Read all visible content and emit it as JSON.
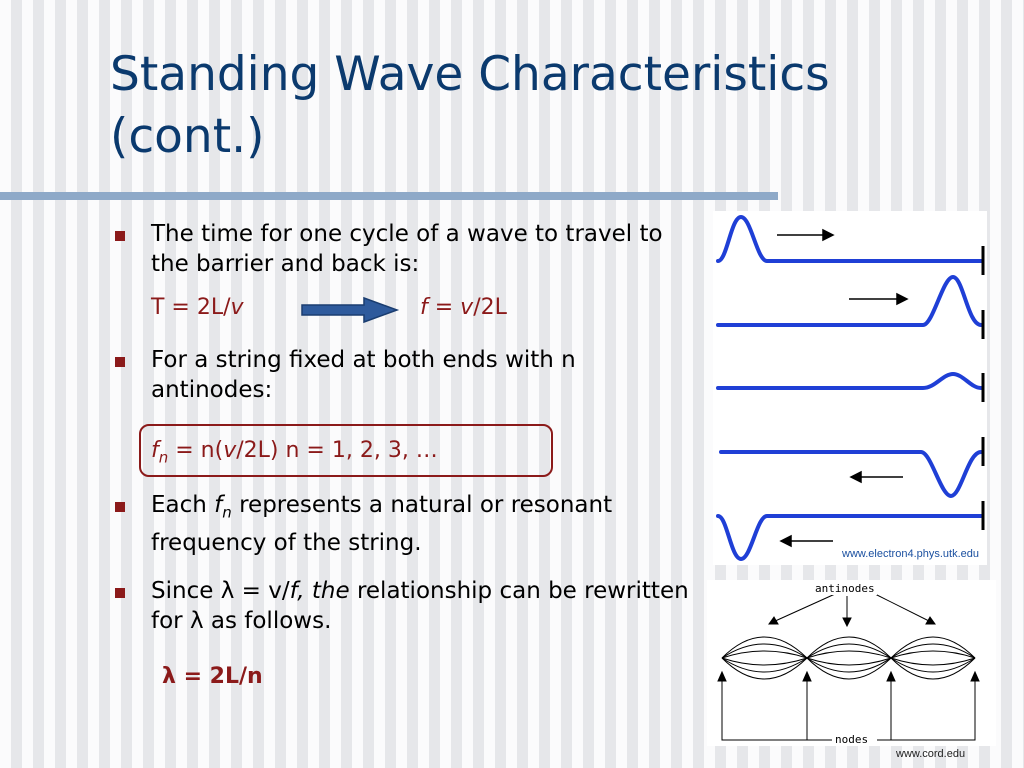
{
  "slide": {
    "title_line1": "Standing Wave Characteristics",
    "title_line2": "(cont.)"
  },
  "bullets": [
    {
      "text": "The time for one cycle of a wave to travel to the barrier and back is:",
      "formula_left_pre": "T = 2L/",
      "formula_left_var": "v",
      "formula_right_f": "f",
      "formula_right_eq": " = ",
      "formula_right_var": "v",
      "formula_right_post": "/2L"
    },
    {
      "text": "For  a string fixed at both ends with n antinodes:",
      "formula_f": "f",
      "formula_sub": "n",
      "formula_mid": " = n(",
      "formula_var": "v",
      "formula_post": "/2L)  n = 1, 2, 3, …"
    },
    {
      "pre": "Each ",
      "f": "f",
      "sub": "n",
      "post": " represents a natural or resonant frequency of the string."
    },
    {
      "pre": "Since ",
      "lambda": "λ",
      "mid1": " = v/",
      "f_the": "f, the",
      "mid2": " relationship can be rewritten for ",
      "lambda2": "λ",
      "post": " as follows.",
      "formula": "λ = 2L/n"
    }
  ],
  "images": {
    "pulse_credit": "www.electron4.phys.utk.edu",
    "modes_label_top": "antinodes",
    "modes_label_bottom": "nodes",
    "modes_credit": "www.cord.edu"
  },
  "colors": {
    "title": "#0b3a6e",
    "accent": "#8b1a1a",
    "wave": "#1f3fd6",
    "arrow": "#2e5a9c"
  }
}
